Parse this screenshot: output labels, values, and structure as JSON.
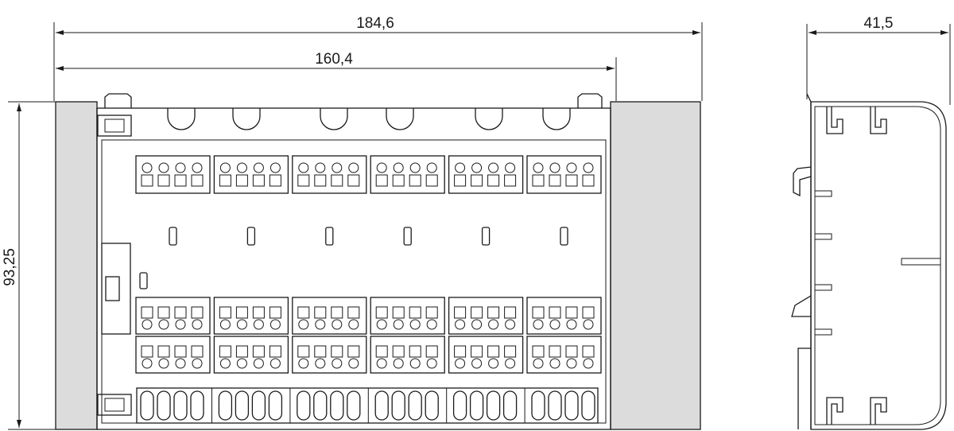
{
  "dimensions": {
    "overall_width": "184,6",
    "inner_width": "160,4",
    "height": "93,25",
    "depth": "41,5"
  },
  "module": {
    "terminal_block_count": 6,
    "top_row_terminals": 6,
    "lower_rows": 2
  },
  "colors": {
    "line": "#1a1a1a",
    "end_cap_fill": "#dcdcdc",
    "background": "#ffffff"
  }
}
